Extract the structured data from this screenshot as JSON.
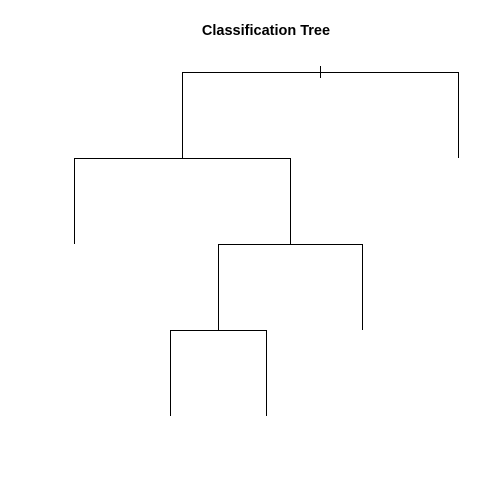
{
  "title": "Classification Tree",
  "colors": {
    "background": "#ffffff",
    "lines": "#000000"
  },
  "tree": {
    "root": "n1",
    "nodes": [
      {
        "id": "n1",
        "children": [
          "n2",
          "n3"
        ]
      },
      {
        "id": "n2",
        "children": [
          "n4",
          "n5"
        ]
      },
      {
        "id": "n3",
        "children": []
      },
      {
        "id": "n4",
        "children": []
      },
      {
        "id": "n5",
        "children": [
          "n6",
          "n7"
        ]
      },
      {
        "id": "n6",
        "children": [
          "n8",
          "n9"
        ]
      },
      {
        "id": "n7",
        "children": []
      },
      {
        "id": "n8",
        "children": []
      },
      {
        "id": "n9",
        "children": []
      }
    ]
  }
}
